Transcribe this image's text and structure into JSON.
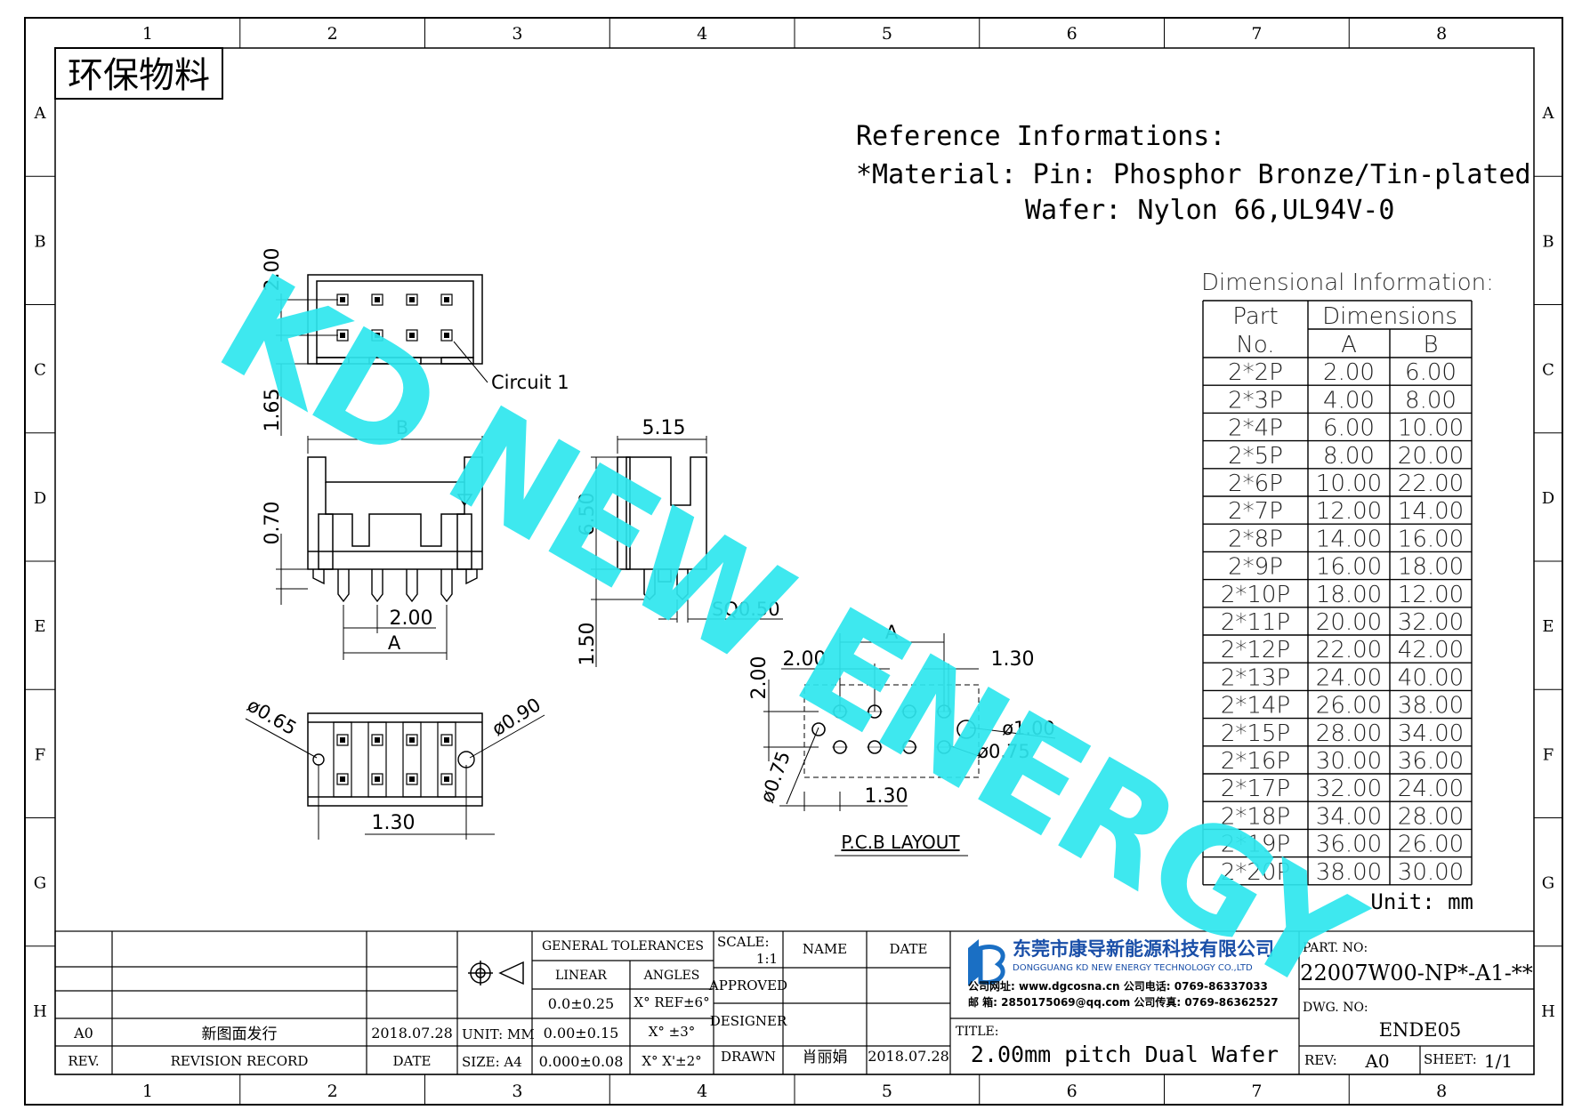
{
  "grid": {
    "columns": [
      "1",
      "2",
      "3",
      "4",
      "5",
      "6",
      "7",
      "8"
    ],
    "rows": [
      "A",
      "B",
      "C",
      "D",
      "E",
      "F",
      "G",
      "H"
    ]
  },
  "eco_label": "环保物料",
  "watermark": "KD NEW ENERGY",
  "reference": {
    "heading": "Reference Informations:",
    "material_line": "*Material: Pin: Phosphor Bronze/Tin-plated",
    "wafer_line": "Wafer: Nylon 66,UL94V-0"
  },
  "dimensional": {
    "title": "Dimensional Information:",
    "header_part_1": "Part",
    "header_part_2": "No.",
    "header_dims": "Dimensions",
    "header_a": "A",
    "header_b": "B",
    "rows": [
      {
        "part": "2*2P",
        "a": "2.00",
        "b": "6.00"
      },
      {
        "part": "2*3P",
        "a": "4.00",
        "b": "8.00"
      },
      {
        "part": "2*4P",
        "a": "6.00",
        "b": "10.00"
      },
      {
        "part": "2*5P",
        "a": "8.00",
        "b": "20.00"
      },
      {
        "part": "2*6P",
        "a": "10.00",
        "b": "22.00"
      },
      {
        "part": "2*7P",
        "a": "12.00",
        "b": "14.00"
      },
      {
        "part": "2*8P",
        "a": "14.00",
        "b": "16.00"
      },
      {
        "part": "2*9P",
        "a": "16.00",
        "b": "18.00"
      },
      {
        "part": "2*10P",
        "a": "18.00",
        "b": "12.00"
      },
      {
        "part": "2*11P",
        "a": "20.00",
        "b": "32.00"
      },
      {
        "part": "2*12P",
        "a": "22.00",
        "b": "42.00"
      },
      {
        "part": "2*13P",
        "a": "24.00",
        "b": "40.00"
      },
      {
        "part": "2*14P",
        "a": "26.00",
        "b": "38.00"
      },
      {
        "part": "2*15P",
        "a": "28.00",
        "b": "34.00"
      },
      {
        "part": "2*16P",
        "a": "30.00",
        "b": "36.00"
      },
      {
        "part": "2*17P",
        "a": "32.00",
        "b": "24.00"
      },
      {
        "part": "2*18P",
        "a": "34.00",
        "b": "28.00"
      },
      {
        "part": "2*19P",
        "a": "36.00",
        "b": "26.00"
      },
      {
        "part": "2*20P",
        "a": "38.00",
        "b": "30.00"
      }
    ],
    "unit": "Unit: mm"
  },
  "dimensions": {
    "top_pitch": "2.00",
    "top_offset": "1.65",
    "circuit_label": "Circuit 1",
    "front_b": "B",
    "front_height": "0.70",
    "front_pitch": "2.00",
    "front_a": "A",
    "side_width": "5.15",
    "side_height": "6.50",
    "side_pin": "1.50",
    "side_sq": "SQ0.50",
    "bottom_d1": "ø0.65",
    "bottom_d2": "ø0.90",
    "bottom_offset": "1.30",
    "pcb_a": "A",
    "pcb_pitch_h": "2.00",
    "pcb_pitch_v": "2.00",
    "pcb_offset_top": "1.30",
    "pcb_offset_bottom": "1.30",
    "pcb_hole_big": "ø1.00",
    "pcb_hole_small": "ø0.75",
    "pcb_hole_left": "ø0.75",
    "pcb_caption": "P.C.B  LAYOUT"
  },
  "title_block": {
    "general_tolerances": "GENERAL TOLERANCES",
    "linear": "LINEAR",
    "angles": "ANGLES",
    "tol_1_lin": "0.0±0.25",
    "tol_1_ang": "X° REF±6°",
    "tol_2_lin": "0.00±0.15",
    "tol_2_ang": "X° ±3°",
    "tol_3_lin": "0.000±0.08",
    "tol_3_ang": "X° X'±2°",
    "unit_label": "UNIT: MM",
    "size_label": "SIZE: A4",
    "rev_label": "REV.",
    "revision_record": "REVISION RECORD",
    "date_label": "DATE",
    "rev_a0": "A0",
    "rev_a0_desc": "新图面发行",
    "rev_a0_date": "2018.07.28",
    "scale_label": "SCALE:",
    "scale_value": "1:1",
    "name_label": "NAME",
    "date_col": "DATE",
    "approved": "APPROVED",
    "designer": "DESIGNER",
    "drawn": "DRAWN",
    "drawn_name": "肖丽娟",
    "drawn_date": "2018.07.28",
    "company_cn": "东莞市康导新能源科技有限公司",
    "company_en": "DONGGUANG KD NEW ENERGY TECHNOLOGY CO.,LTD",
    "company_web": "公司网址: www.dgcosna.cn   公司电话: 0769-86337033",
    "company_mail": "邮    箱: 2850175069@qq.com  公司传真: 0769-86362527",
    "title_label": "TITLE:",
    "title_value": "2.00mm pitch Dual Wafer",
    "part_no_label": "PART. NO:",
    "part_no": "22007W00-NP*-A1-**",
    "dwg_no_label": "DWG. NO:",
    "dwg_no": "ENDE05",
    "rev_block_label": "REV:",
    "rev_block_value": "A0",
    "sheet_label": "SHEET:",
    "sheet_value": "1/1"
  },
  "colors": {
    "watermark": "#2ee6ee",
    "logo_blue": "#1a6fc4",
    "company_red": "#d0182a"
  }
}
